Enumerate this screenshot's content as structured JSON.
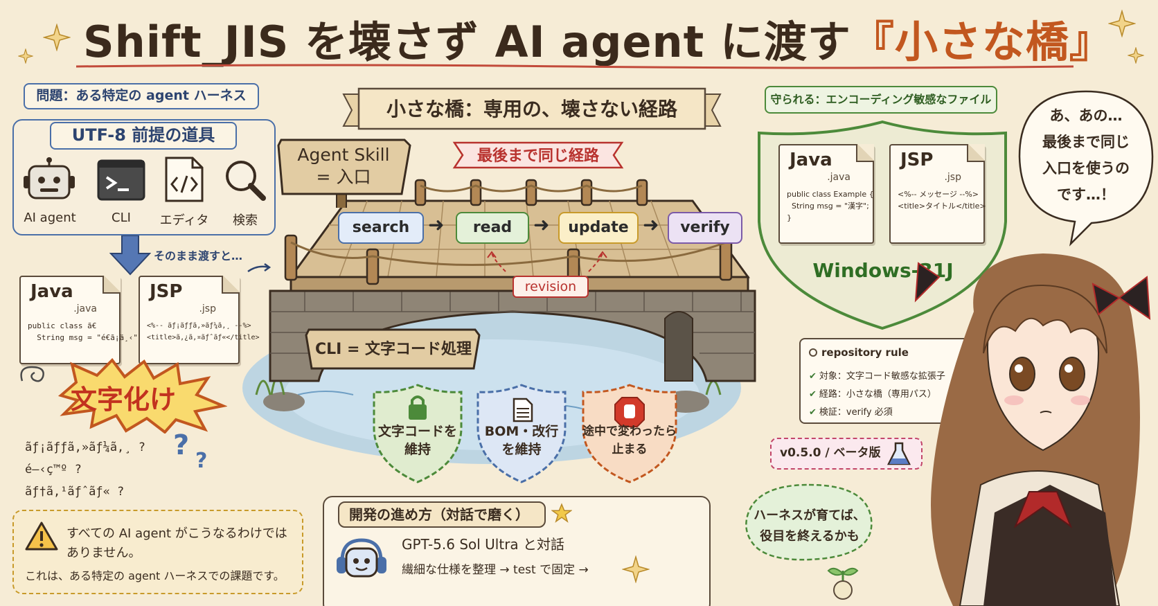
{
  "title": {
    "part1": "Shift_JIS を壊さず AI agent に渡す",
    "part2": "『小さな橋』"
  },
  "problem": {
    "heading": "問題：ある特定の agent ハーネス",
    "tools_heading": "UTF-8 前提の道具",
    "tools": [
      {
        "icon": "robot-icon",
        "label": "AI agent"
      },
      {
        "icon": "terminal-icon",
        "label": "CLI"
      },
      {
        "icon": "code-icon",
        "label": "エディタ"
      },
      {
        "icon": "magnifier-icon",
        "label": "検索"
      }
    ],
    "pass_note": "そのまま渡すと…",
    "garbled_java": {
      "name": "Java",
      "ext": ".java",
      "code": "public class ã€\n  String msg = \"é€ã¡ä¸‹\";"
    },
    "garbled_jsp": {
      "name": "JSP",
      "ext": ".jsp",
      "code": "<%-- ãƒ¡ãƒƒã‚»ãƒ¼ã‚¸ --%>\n<title>ã‚¿ã‚¤ãƒˆãƒ«</title>"
    },
    "mojibake": "文字化け",
    "garbled_lines": [
      "ãƒ¡ãƒƒã‚»ãƒ¼ã‚¸ ?",
      "é–‹ç™º ?",
      "ãƒ†ã‚¹ãƒˆãƒ« ?"
    ],
    "warning_lines": [
      "すべての AI agent がこうなるわけでは",
      "ありません。",
      "これは、ある特定の agent ハーネスでの課題です。"
    ]
  },
  "bridge": {
    "banner": "小さな橋：専用の、壊さない経路",
    "entry_sign": [
      "Agent Skill",
      "= 入口"
    ],
    "same_path": "最後まで同じ経路",
    "steps": [
      {
        "label": "search",
        "color": "#e3ecf9",
        "border": "#4a6fa8"
      },
      {
        "label": "read",
        "color": "#e4f1d9",
        "border": "#4c8a3a"
      },
      {
        "label": "update",
        "color": "#fbefc8",
        "border": "#c89a2a"
      },
      {
        "label": "verify",
        "color": "#ece2f4",
        "border": "#7b5aa8"
      }
    ],
    "revision": "revision",
    "cli_sign": "CLI = 文字コード処理",
    "shields": [
      {
        "icon": "lock-icon",
        "lines": [
          "文字コードを",
          "維持"
        ],
        "color": "#4c8a3a"
      },
      {
        "icon": "document-icon",
        "lines": [
          "BOM・改行",
          "を維持"
        ],
        "color": "#4a6fa8"
      },
      {
        "icon": "stop-hand-icon",
        "lines": [
          "途中で変わったら",
          "止まる"
        ],
        "color": "#c2571f"
      }
    ]
  },
  "protected": {
    "heading": "守られる：エンコーディング敏感なファイル",
    "java": {
      "name": "Java",
      "ext": ".java",
      "code": "public class Example {\n  String msg = \"漢字\";\n}"
    },
    "jsp": {
      "name": "JSP",
      "ext": ".jsp",
      "code": "<%-- メッセージ --%>\n<title>タイトル</title>"
    },
    "encoding": "Windows-31J"
  },
  "rule": {
    "title": "repository rule",
    "items": [
      "対象：文字コード敏感な拡張子",
      "経路：小さな橋（専用パス）",
      "検証：verify 必須"
    ]
  },
  "version": "v0.5.0 / ベータ版",
  "speech": [
    "あ、あの…",
    "最後まで同じ",
    "入口を使うの",
    "です…！"
  ],
  "harness_bubble": [
    "ハーネスが育てば、",
    "役目を終えるかも"
  ],
  "dev": {
    "heading": "開発の進め方（対話で磨く）",
    "line1": "GPT-5.6 Sol Ultra と対話",
    "line2": "繊細な仕様を整理 → test で固定 →"
  },
  "colors": {
    "blue": "#4a6fa8",
    "green": "#4c8a3a",
    "orange": "#c2571f",
    "red": "#b8322e",
    "paper": "#f6ecd6"
  }
}
